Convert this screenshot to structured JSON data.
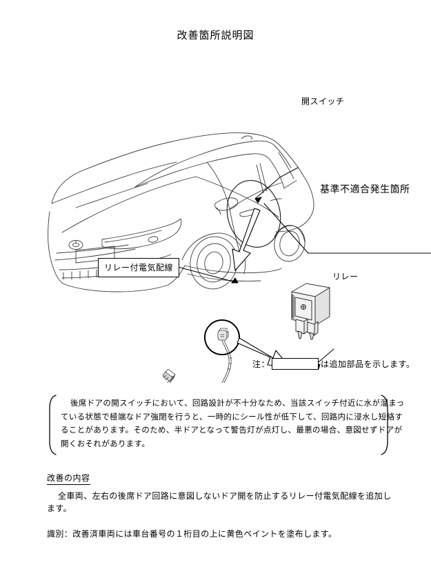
{
  "document": {
    "title": "改善箇所説明図"
  },
  "diagram": {
    "callouts": {
      "open_switch": "開スイッチ",
      "nonconformity_location": "基準不適合発生箇所",
      "wiring_with_relay": "リレー付電気配線",
      "relay": "リレー"
    },
    "icons": {
      "vehicle": "car-line-drawing",
      "harness": "wire-harness-drawing",
      "relay_part": "relay-component-drawing",
      "highlight": "ellipse-highlight",
      "magnify_circle": "detail-circle"
    }
  },
  "note": {
    "prefix": "注：",
    "suffix": "は追加部品を示します。"
  },
  "description": {
    "lines": [
      "後席ドアの開スイッチにおいて、回路設計が不十分なため、当該スイッチ付近に水が溜まっ",
      "ている状態で極端なドア強閉を行うと、一時的にシール性が低下して、回路内に浸水し短絡す",
      "ることがあります。そのため、半ドアとなって警告灯が点灯し、最悪の場合、意図せずドアが",
      "開くおそれがあります。"
    ]
  },
  "improvement": {
    "heading": "改善の内容",
    "body": "全車両、左右の後席ドア回路に意図しないドア開を防止するリレー付電気配線を追加します。"
  },
  "identification": {
    "text": "識別：改善済車両には車台番号の１桁目の上に黄色ペイントを塗布します。"
  }
}
